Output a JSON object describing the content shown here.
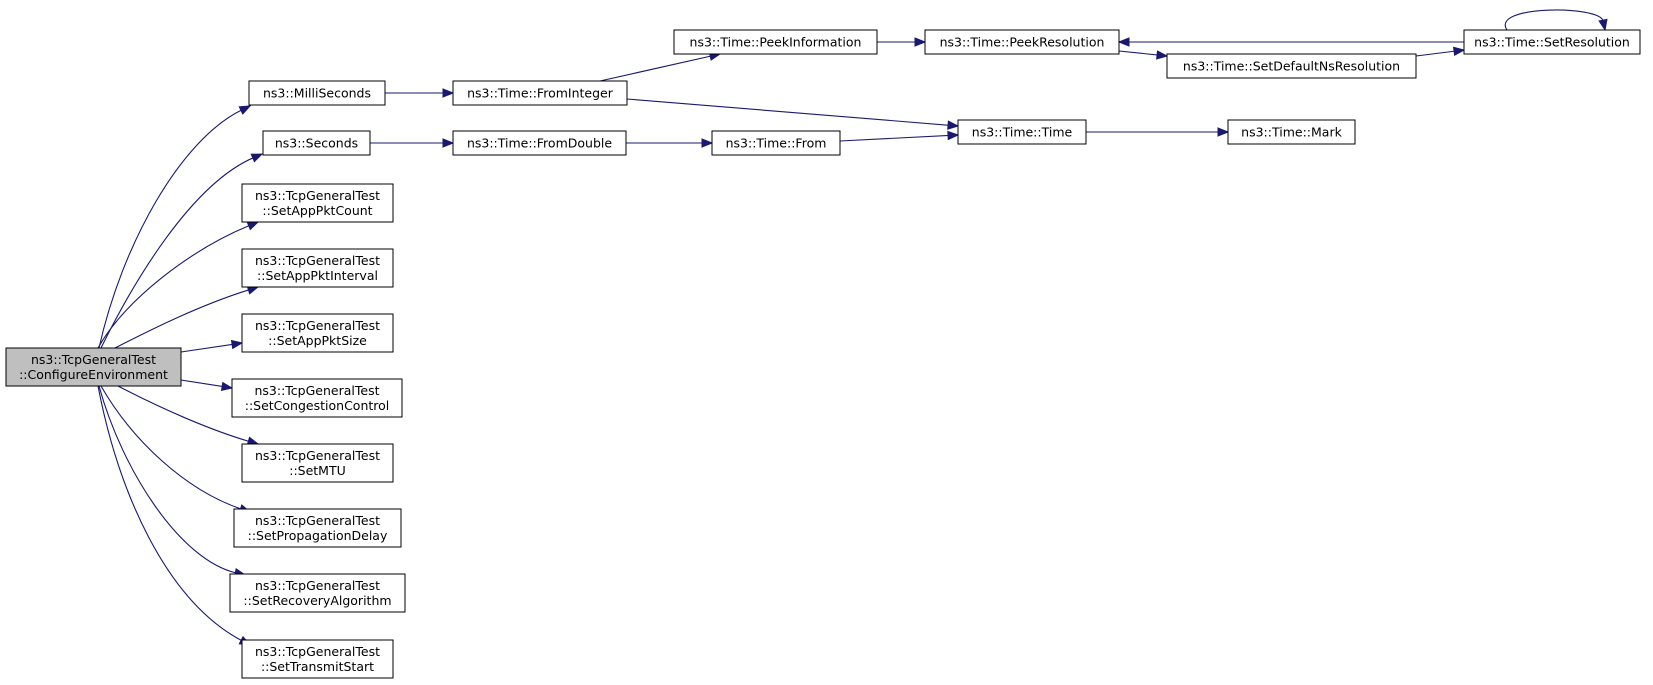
{
  "diagram": {
    "colors": {
      "edge": "#191970",
      "root_fill": "#bfbfbf",
      "node_fill": "#ffffff",
      "border": "#000000"
    },
    "nodes": {
      "configure_environment": {
        "lines": [
          "ns3::TcpGeneralTest",
          "::ConfigureEnvironment"
        ],
        "root": true
      },
      "milliseconds": {
        "lines": [
          "ns3::MilliSeconds"
        ]
      },
      "seconds": {
        "lines": [
          "ns3::Seconds"
        ]
      },
      "set_app_pkt_count": {
        "lines": [
          "ns3::TcpGeneralTest",
          "::SetAppPktCount"
        ]
      },
      "set_app_pkt_interval": {
        "lines": [
          "ns3::TcpGeneralTest",
          "::SetAppPktInterval"
        ]
      },
      "set_app_pkt_size": {
        "lines": [
          "ns3::TcpGeneralTest",
          "::SetAppPktSize"
        ]
      },
      "set_congestion_control": {
        "lines": [
          "ns3::TcpGeneralTest",
          "::SetCongestionControl"
        ]
      },
      "set_mtu": {
        "lines": [
          "ns3::TcpGeneralTest",
          "::SetMTU"
        ]
      },
      "set_propagation_delay": {
        "lines": [
          "ns3::TcpGeneralTest",
          "::SetPropagationDelay"
        ]
      },
      "set_recovery_algorithm": {
        "lines": [
          "ns3::TcpGeneralTest",
          "::SetRecoveryAlgorithm"
        ]
      },
      "set_transmit_start": {
        "lines": [
          "ns3::TcpGeneralTest",
          "::SetTransmitStart"
        ]
      },
      "time_from_integer": {
        "lines": [
          "ns3::Time::FromInteger"
        ]
      },
      "time_from_double": {
        "lines": [
          "ns3::Time::FromDouble"
        ]
      },
      "time_peek_information": {
        "lines": [
          "ns3::Time::PeekInformation"
        ]
      },
      "time_from": {
        "lines": [
          "ns3::Time::From"
        ]
      },
      "time_time": {
        "lines": [
          "ns3::Time::Time"
        ]
      },
      "time_peek_resolution": {
        "lines": [
          "ns3::Time::PeekResolution"
        ]
      },
      "time_set_default_ns_resolution": {
        "lines": [
          "ns3::Time::SetDefaultNsResolution"
        ]
      },
      "time_mark": {
        "lines": [
          "ns3::Time::Mark"
        ]
      },
      "time_set_resolution": {
        "lines": [
          "ns3::Time::SetResolution"
        ]
      }
    },
    "edges": [
      [
        "configure_environment",
        "milliseconds"
      ],
      [
        "configure_environment",
        "seconds"
      ],
      [
        "configure_environment",
        "set_app_pkt_count"
      ],
      [
        "configure_environment",
        "set_app_pkt_interval"
      ],
      [
        "configure_environment",
        "set_app_pkt_size"
      ],
      [
        "configure_environment",
        "set_congestion_control"
      ],
      [
        "configure_environment",
        "set_mtu"
      ],
      [
        "configure_environment",
        "set_propagation_delay"
      ],
      [
        "configure_environment",
        "set_recovery_algorithm"
      ],
      [
        "configure_environment",
        "set_transmit_start"
      ],
      [
        "milliseconds",
        "time_from_integer"
      ],
      [
        "seconds",
        "time_from_double"
      ],
      [
        "time_from_integer",
        "time_peek_information"
      ],
      [
        "time_from_integer",
        "time_time"
      ],
      [
        "time_from_double",
        "time_from"
      ],
      [
        "time_from",
        "time_time"
      ],
      [
        "time_peek_information",
        "time_peek_resolution"
      ],
      [
        "time_peek_resolution",
        "time_set_default_ns_resolution"
      ],
      [
        "time_time",
        "time_mark"
      ],
      [
        "time_set_default_ns_resolution",
        "time_set_resolution"
      ],
      [
        "time_set_resolution",
        "time_peek_resolution"
      ],
      [
        "time_set_resolution",
        "time_set_resolution"
      ]
    ]
  }
}
